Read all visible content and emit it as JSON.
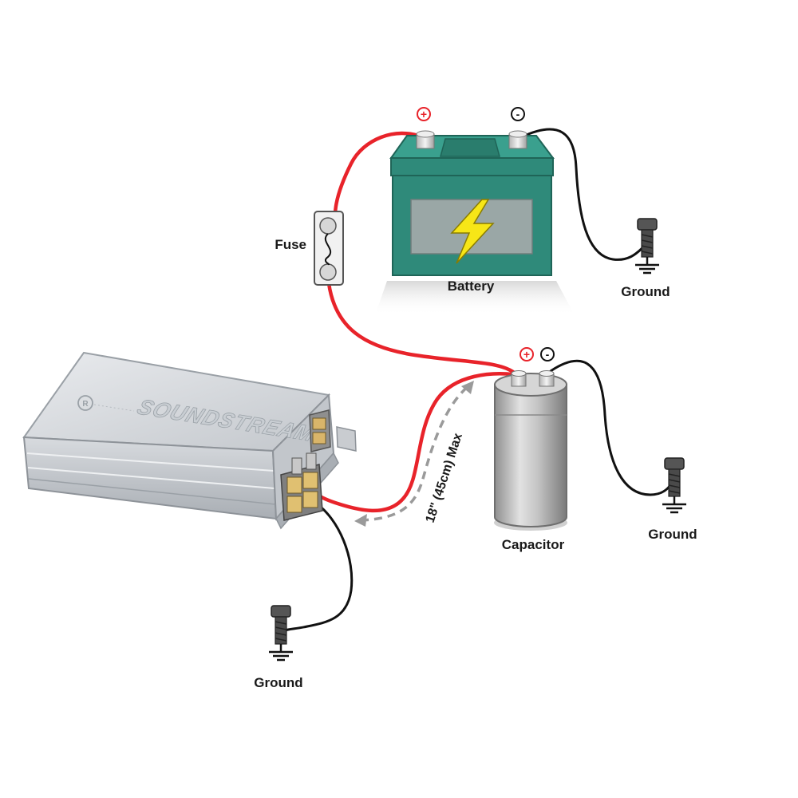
{
  "labels": {
    "fuse": "Fuse",
    "battery": "Battery",
    "capacitor": "Capacitor",
    "ground_battery": "Ground",
    "ground_capacitor": "Ground",
    "ground_amplifier": "Ground",
    "distance": "18\" (45cm) Max",
    "brand": "SOUNDSTREAM"
  },
  "terminals": {
    "battery_positive": "+",
    "battery_negative": "-",
    "capacitor_positive": "+",
    "capacitor_negative": "-"
  },
  "colors": {
    "positive_wire": "#e8232a",
    "ground_wire": "#111111",
    "battery_body": "#2f8a7a",
    "battery_dark": "#1f6457",
    "lightning": "#f7e617",
    "capacitor_body": "#b8b8b8",
    "amplifier_body": "#d4d7db",
    "distance_arrow": "#9a9a9a"
  },
  "icons": {
    "lightning": "lightning-bolt-icon",
    "ground": "ground-symbol-icon"
  }
}
